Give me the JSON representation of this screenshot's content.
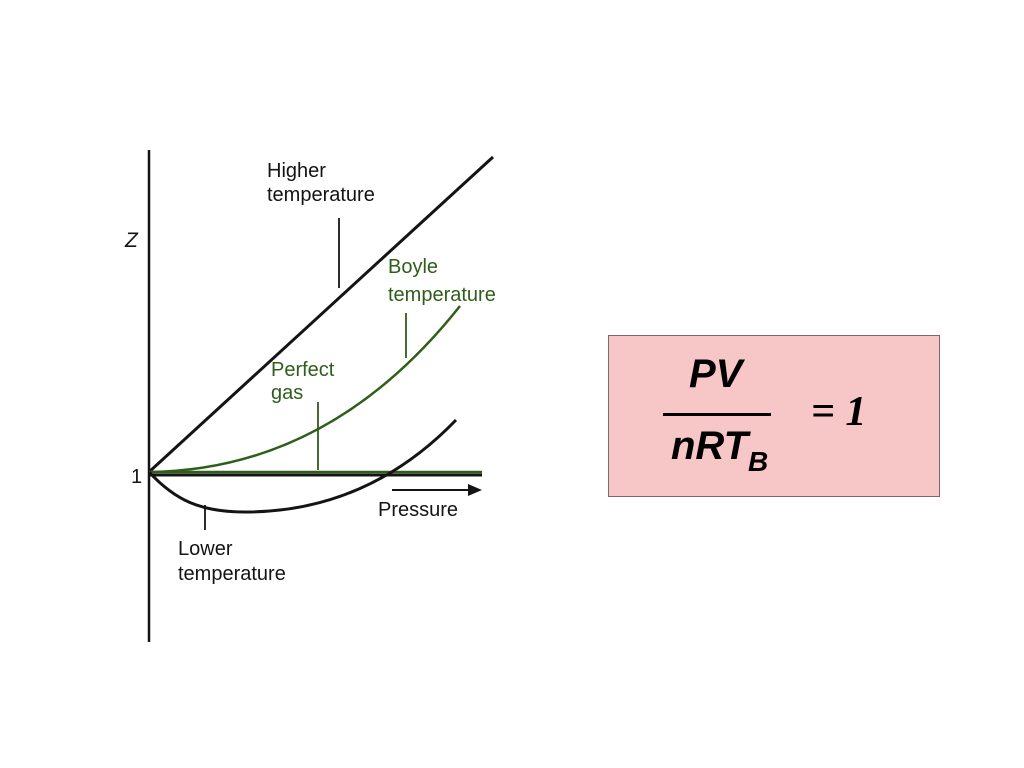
{
  "diagram": {
    "axis_label_z": "Z",
    "tick_label_1": "1",
    "axis_label_pressure": "Pressure",
    "curves": [
      {
        "id": "higher",
        "label_line1": "Higher",
        "label_line2": "temperature",
        "color": "#141414"
      },
      {
        "id": "boyle",
        "label_line1": "Boyle",
        "label_line2": "temperature",
        "color": "#2f5e1a"
      },
      {
        "id": "perfect",
        "label_line1": "Perfect",
        "label_line2": "gas",
        "color": "#2f5e1a"
      },
      {
        "id": "lower",
        "label_line1": "Lower",
        "label_line2": "temperature",
        "color": "#141414"
      }
    ]
  },
  "formula": {
    "numerator": "PV",
    "denominator": "nRT",
    "subscript": "B",
    "rhs": "= 1"
  },
  "colors": {
    "formula_background": "#f7c6c6",
    "green_curves": "#2f5e1a",
    "black_curves": "#141414"
  }
}
